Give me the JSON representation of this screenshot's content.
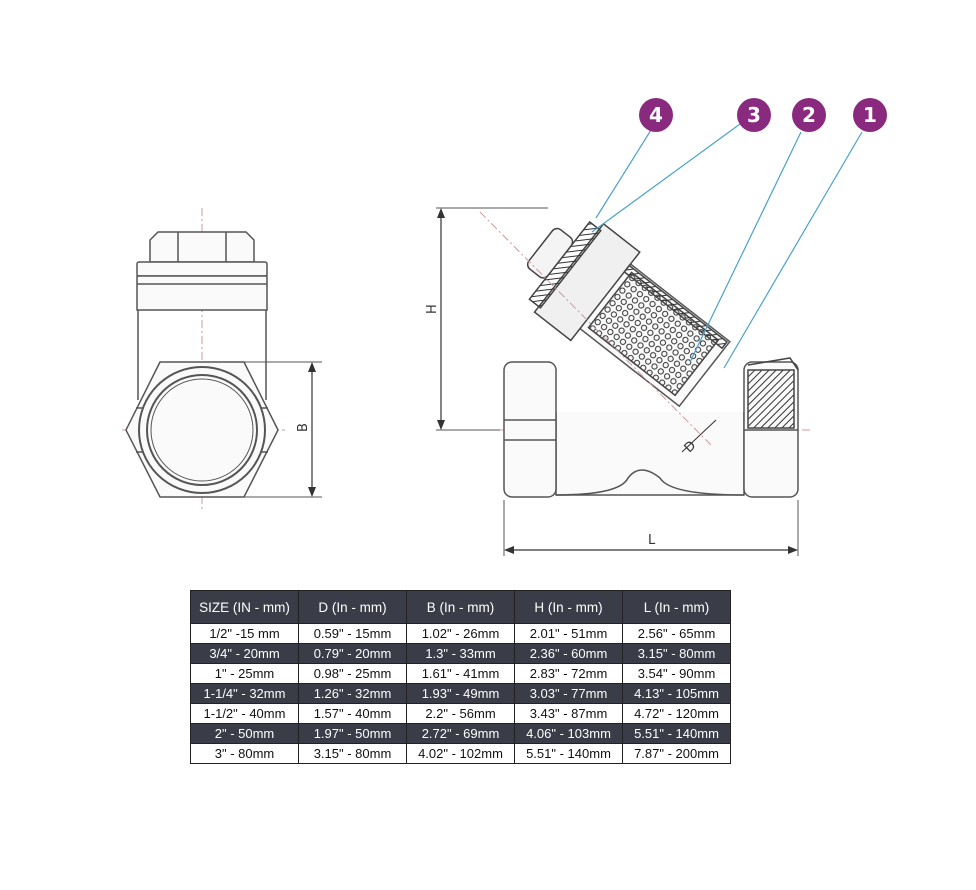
{
  "callouts": [
    {
      "label": "4",
      "color": "#8a2a7e"
    },
    {
      "label": "3",
      "color": "#8a2a7e"
    },
    {
      "label": "2",
      "color": "#8a2a7e"
    },
    {
      "label": "1",
      "color": "#8a2a7e"
    }
  ],
  "dimensions": {
    "b": "B",
    "h": "H",
    "l": "L",
    "d": "D"
  },
  "table": {
    "headers": [
      "SIZE (IN - mm)",
      "D (In - mm)",
      "B (In - mm)",
      "H (In - mm)",
      "L (In - mm)"
    ],
    "rows": [
      [
        "1/2\" -15 mm",
        "0.59\" - 15mm",
        "1.02\" - 26mm",
        "2.01\" - 51mm",
        "2.56\" - 65mm"
      ],
      [
        "3/4\" - 20mm",
        "0.79\" - 20mm",
        "1.3\" - 33mm",
        "2.36\" - 60mm",
        "3.15\" - 80mm"
      ],
      [
        "1\" - 25mm",
        "0.98\" - 25mm",
        "1.61\" - 41mm",
        "2.83\" - 72mm",
        "3.54\" - 90mm"
      ],
      [
        "1-1/4\" - 32mm",
        "1.26\" - 32mm",
        "1.93\" - 49mm",
        "3.03\" - 77mm",
        "4.13\" - 105mm"
      ],
      [
        "1-1/2\" - 40mm",
        "1.57\" - 40mm",
        "2.2\" - 56mm",
        "3.43\" - 87mm",
        "4.72\" - 120mm"
      ],
      [
        "2\" - 50mm",
        "1.97\" - 50mm",
        "2.72\" - 69mm",
        "4.06\" - 103mm",
        "5.51\" - 140mm"
      ],
      [
        "3\" - 80mm",
        "3.15\" - 80mm",
        "4.02\" - 102mm",
        "5.51\" - 140mm",
        "7.87\" - 200mm"
      ]
    ]
  }
}
